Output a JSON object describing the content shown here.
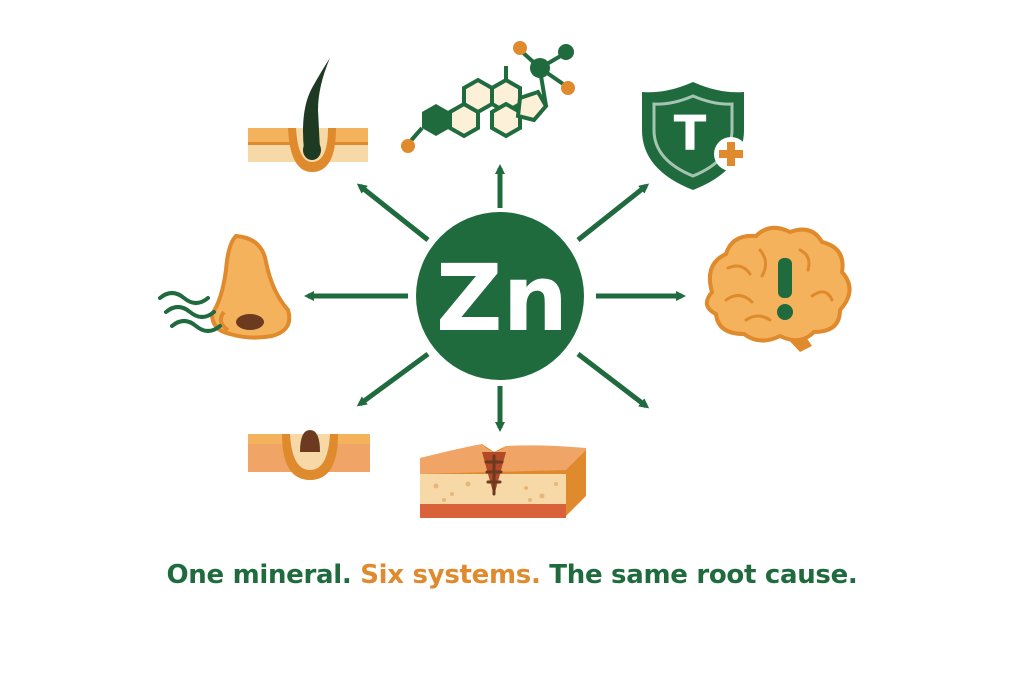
{
  "center": {
    "symbol": "Zn"
  },
  "caption": {
    "part1": "One mineral.",
    "part2": "Six systems.",
    "part3": "The same root cause."
  },
  "colors": {
    "green": "#1f6b3d",
    "orange": "#e08a2e",
    "light_orange": "#f3b25b",
    "tan": "#f6d9a6",
    "skin": "#f0a466",
    "dark_brown": "#6b3a1f"
  },
  "icons": [
    "hair-follicle-icon",
    "hormone-molecule-icon",
    "immune-shield-icon",
    "brain-alert-icon",
    "smell-nose-icon",
    "acne-skin-icon",
    "wound-skin-icon"
  ],
  "shield_letter": "T"
}
